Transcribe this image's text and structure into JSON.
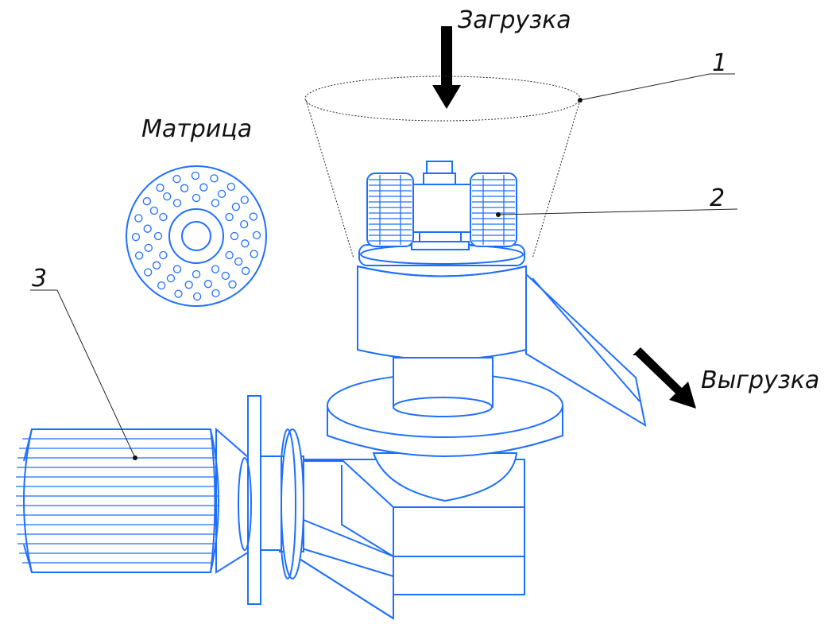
{
  "labels": {
    "load": "Загрузка",
    "unload": "Выгрузка",
    "matrix": "Матрица",
    "callout_1": "1",
    "callout_2": "2",
    "callout_3": "3"
  },
  "colors": {
    "drawing": "#1f6fff",
    "arrow": "#000000",
    "leader": "#222222"
  }
}
